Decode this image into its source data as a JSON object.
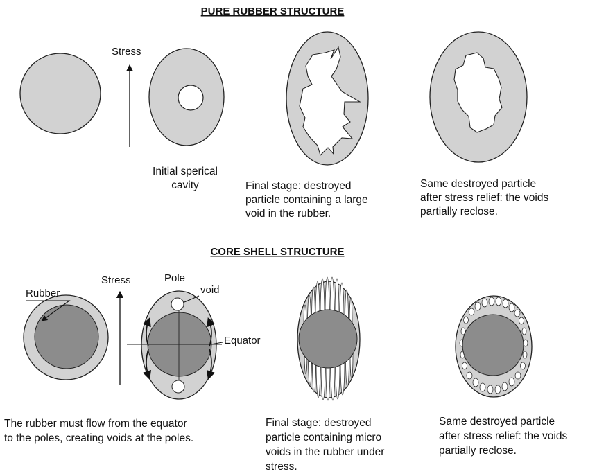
{
  "top": {
    "title": "PURE RUBBER STRUCTURE",
    "stress_label": "Stress",
    "caption_initial": [
      "Initial sperical",
      "cavity"
    ],
    "caption_final": [
      "Final stage: destroyed",
      "particle containing a large",
      "void in the rubber."
    ],
    "caption_relief": [
      "Same destroyed particle",
      "after stress relief: the voids",
      "partially reclose."
    ]
  },
  "bottom": {
    "title": "CORE SHELL STRUCTURE",
    "stress_label": "Stress",
    "rubber_label": "Rubber",
    "pole_label": "Pole",
    "void_label": "void",
    "equator_label": "Equator",
    "caption_flow": [
      "The rubber must flow from the equator",
      "to the poles, creating voids at the poles."
    ],
    "caption_final": [
      "Final stage: destroyed",
      "particle containing micro",
      "voids in the rubber under",
      "stress."
    ],
    "caption_relief": [
      "Same destroyed particle",
      "after stress relief: the voids",
      "partially reclose."
    ]
  },
  "colors": {
    "rubber": "#d2d2d2",
    "core": "#8c8c8c",
    "void": "#ffffff",
    "outline": "#222222"
  }
}
